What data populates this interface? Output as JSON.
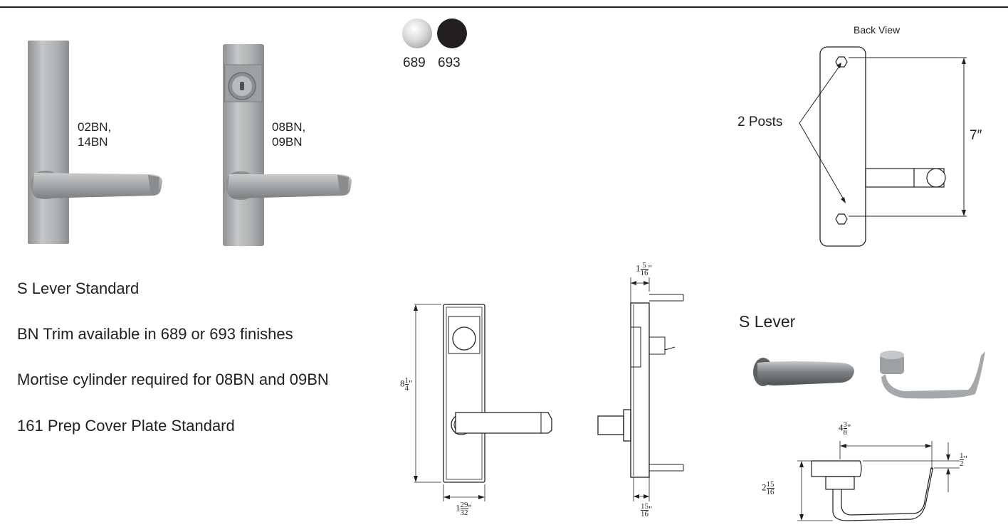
{
  "products": [
    {
      "codes": [
        "02BN,",
        "14BN"
      ],
      "icon": "exit-trim-no-cylinder"
    },
    {
      "codes": [
        "08BN,",
        "09BN"
      ],
      "icon": "exit-trim-with-cylinder"
    }
  ],
  "finishes": [
    {
      "code": "689",
      "color": "#c9c9c9"
    },
    {
      "code": "693",
      "color": "#231f20"
    }
  ],
  "back_view": {
    "title": "Back View",
    "posts_label": "2 Posts",
    "height_label": "7″"
  },
  "notes": [
    "S Lever Standard",
    "BN Trim available in 689 or 693 finishes",
    "Mortise cylinder required for 08BN and 09BN",
    "161 Prep Cover Plate Standard"
  ],
  "front_dims": {
    "height_whole": "8",
    "height_num": "1",
    "height_den": "4",
    "width_whole": "1",
    "width_num": "29",
    "width_den": "32"
  },
  "side_dims": {
    "top_whole": "1",
    "top_num": "5",
    "top_den": "16",
    "bottom_num": "15",
    "bottom_den": "16"
  },
  "s_lever": {
    "title": "S Lever",
    "width_whole": "4",
    "width_num": "3",
    "width_den": "8",
    "height_whole": "2",
    "height_num": "15",
    "height_den": "16",
    "offset_num": "1",
    "offset_den": "2"
  },
  "colors": {
    "trim_metal": "#b3b5b6",
    "trim_dark": "#7e8082",
    "line": "#231f20"
  }
}
